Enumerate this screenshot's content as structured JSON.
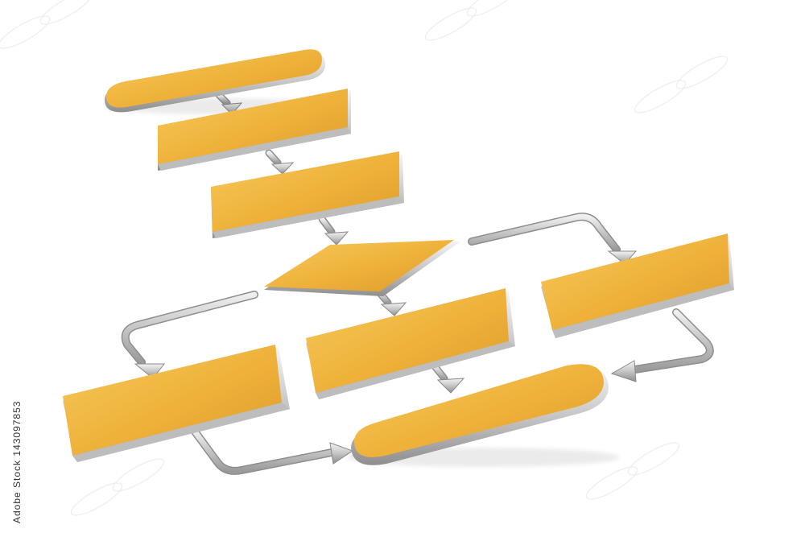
{
  "image": {
    "stock_id": "143097853",
    "watermark_text": "Adobe Stock"
  },
  "colors": {
    "background": "#ffffff",
    "gold_light": "#f6c24e",
    "gold_mid": "#eeb13a",
    "gold_dark": "#d8952a",
    "silver_light": "#f2f2f2",
    "silver_mid": "#c9c9c9",
    "silver_dark": "#8d8d8d",
    "id_text": "#333333"
  },
  "flowchart": {
    "nodes": [
      {
        "id": "start",
        "shape": "terminator"
      },
      {
        "id": "process-1",
        "shape": "process"
      },
      {
        "id": "process-2",
        "shape": "process"
      },
      {
        "id": "decision",
        "shape": "parallelogram"
      },
      {
        "id": "process-left",
        "shape": "process"
      },
      {
        "id": "process-center",
        "shape": "process"
      },
      {
        "id": "process-right",
        "shape": "process"
      },
      {
        "id": "end",
        "shape": "terminator"
      }
    ],
    "connectors": [
      {
        "from": "start",
        "to": "process-1"
      },
      {
        "from": "process-1",
        "to": "process-2"
      },
      {
        "from": "process-2",
        "to": "decision"
      },
      {
        "from": "decision",
        "to": "process-left"
      },
      {
        "from": "decision",
        "to": "process-center"
      },
      {
        "from": "decision",
        "to": "process-right"
      },
      {
        "from": "process-center",
        "to": "end"
      },
      {
        "from": "process-left",
        "to": "end"
      },
      {
        "from": "process-right",
        "to": "end"
      }
    ]
  }
}
